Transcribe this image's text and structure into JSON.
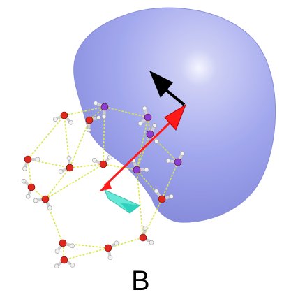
{
  "panel_label": "B",
  "colors": {
    "isosurface": "#8b90e6",
    "isosurface_edge": "#6f74cc",
    "hbond": "#d9e84a",
    "bond": "#cfcfcf",
    "oxygen": "#e0281e",
    "hydrogen": "#f2f2f2",
    "highlight_atom": "#8a3fd6",
    "vector_red": "#ff1a1a",
    "vector_black": "#000000",
    "vector_cyan": "#66e8d6"
  },
  "icons": [
    "isosurface-blob",
    "water-cluster",
    "red-double-arrow",
    "black-arrow",
    "cyan-arrow"
  ]
}
